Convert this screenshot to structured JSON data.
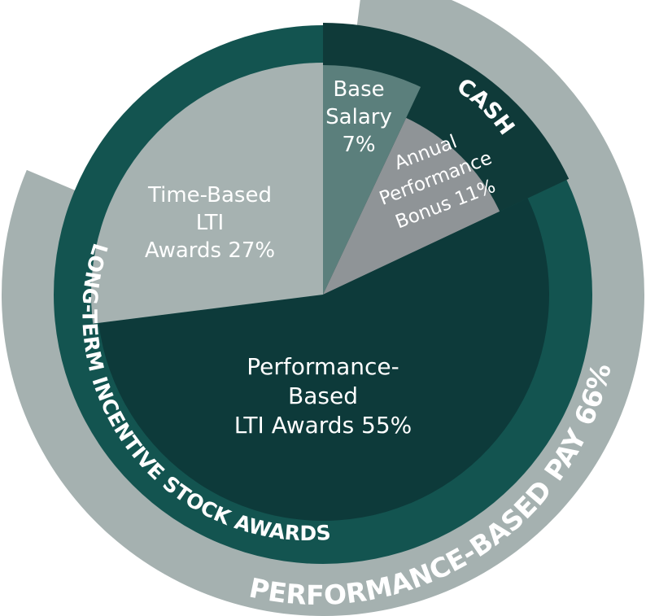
{
  "chart_data": {
    "type": "pie",
    "slices": [
      {
        "name_lines": [
          "Base",
          "Salary",
          "7%"
        ],
        "value": 7,
        "color": "#5b7f7c",
        "text_color": "#ffffff"
      },
      {
        "name_lines": [
          "Annual",
          "Performance",
          "Bonus 11%"
        ],
        "value": 11,
        "color": "#8f9497",
        "text_color": "#ffffff"
      },
      {
        "name_lines": [
          "Performance-",
          "Based",
          "LTI Awards 55%"
        ],
        "value": 55,
        "color": "#0d3a3a",
        "text_color": "#ffffff"
      },
      {
        "name_lines": [
          "Time-Based",
          "LTI",
          "Awards 27%"
        ],
        "value": 27,
        "color": "#a6b2b1",
        "text_color": "#ffffff"
      }
    ],
    "rings": [
      {
        "label": "CASH",
        "covers": "Base Salary + Annual Performance Bonus",
        "color": "#0f3a39"
      },
      {
        "label": "LONG-TERM INCENTIVE STOCK AWARDS",
        "covers": "Performance-Based + Time-Based LTI Awards",
        "color": "#135450"
      },
      {
        "label": "PERFORMANCE-BASED PAY 66%",
        "value": 66,
        "covers": "Annual Performance Bonus + Performance-Based LTI Awards",
        "color": "#a5b1b0"
      }
    ]
  }
}
